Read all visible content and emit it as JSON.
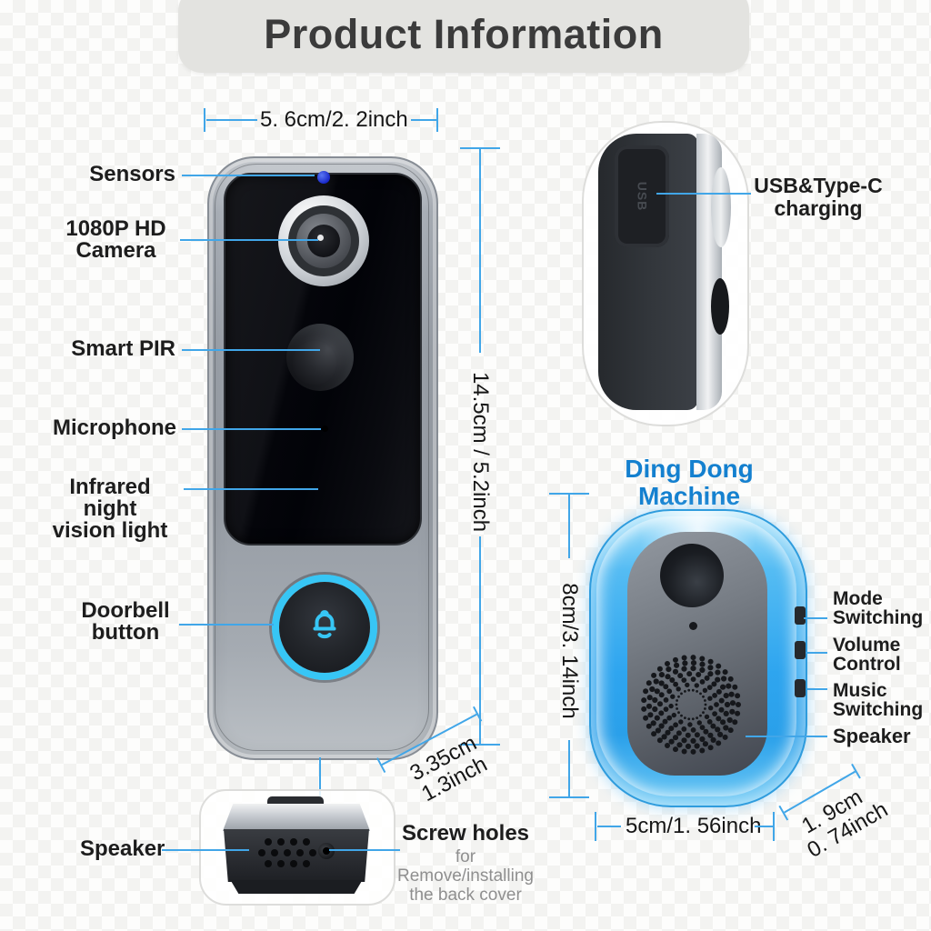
{
  "title": "Product Information",
  "front_view": {
    "dim_width": "5. 6cm/2. 2inch",
    "dim_height": "14.5cm / 5.2inch",
    "dim_depth_line1": "3.35cm",
    "dim_depth_line2": "1.3inch",
    "labels": {
      "sensors": "Sensors",
      "camera_line1": "1080P HD",
      "camera_line2": "Camera",
      "pir": "Smart PIR",
      "microphone": "Microphone",
      "ir_line1": "Infrared night",
      "ir_line2": "vision light",
      "doorbell_line1": "Doorbell",
      "doorbell_line2": "button"
    }
  },
  "bottom_view": {
    "speaker": "Speaker",
    "screw_title": "Screw holes",
    "screw_sub_line1": "for Remove/installing",
    "screw_sub_line2": "the back cover"
  },
  "side_view": {
    "usb_label_line1": "USB&Type-C",
    "usb_label_line2": "charging",
    "usb_port_text": "USB"
  },
  "chime": {
    "title": "Ding Dong Machine",
    "dim_height": "8cm/3. 14inch",
    "dim_width": "5cm/1. 56inch",
    "dim_depth_line1": "1. 9cm",
    "dim_depth_line2": "0. 74inch",
    "labels": {
      "mode_line1": "Mode",
      "mode_line2": "Switching",
      "volume_line1": "Volume",
      "volume_line2": "Control",
      "music_line1": "Music",
      "music_line2": "Switching",
      "speaker": "Speaker"
    }
  },
  "colors": {
    "accent_blue": "#41a6e8",
    "chime_title_blue": "#1480cf",
    "button_ring_cyan": "#37c6f5",
    "led_blue": "#2336d4",
    "banner_bg": "#e3e3e0",
    "title_ink": "#3b3b3b"
  }
}
